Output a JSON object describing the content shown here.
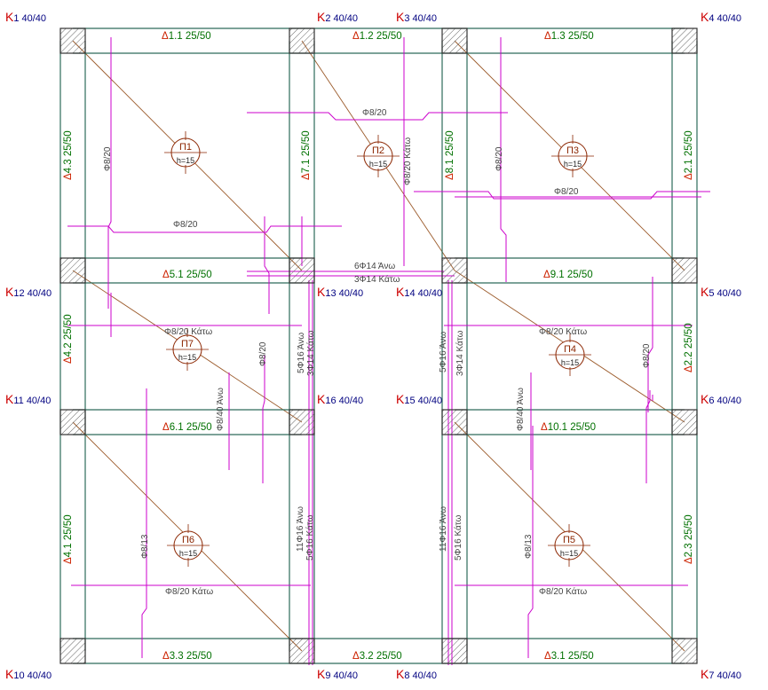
{
  "colors": {
    "beam": "#2d6b5a",
    "beam_label": "#007000",
    "beam_prefix": "#cc2200",
    "column_label": "#000080",
    "column_prefix": "#cc0000",
    "rebar": "#cc00cc",
    "rebar_label": "#444444",
    "diagonal": "#9b5a2a",
    "slab_symbol": "#8b2500",
    "hatch": "#555555"
  },
  "columns": [
    {
      "id": "K1",
      "k": "K",
      "n": "1",
      "size": "40/40"
    },
    {
      "id": "K2",
      "k": "K",
      "n": "2",
      "size": "40/40"
    },
    {
      "id": "K3",
      "k": "K",
      "n": "3",
      "size": "40/40"
    },
    {
      "id": "K4",
      "k": "K",
      "n": "4",
      "size": "40/40"
    },
    {
      "id": "K12",
      "k": "K",
      "n": "12",
      "size": "40/40"
    },
    {
      "id": "K13",
      "k": "K",
      "n": "13",
      "size": "40/40"
    },
    {
      "id": "K14",
      "k": "K",
      "n": "14",
      "size": "40/40"
    },
    {
      "id": "K5",
      "k": "K",
      "n": "5",
      "size": "40/40"
    },
    {
      "id": "K11",
      "k": "K",
      "n": "11",
      "size": "40/40"
    },
    {
      "id": "K16",
      "k": "K",
      "n": "16",
      "size": "40/40"
    },
    {
      "id": "K15",
      "k": "K",
      "n": "15",
      "size": "40/40"
    },
    {
      "id": "K6",
      "k": "K",
      "n": "6",
      "size": "40/40"
    },
    {
      "id": "K10",
      "k": "K",
      "n": "10",
      "size": "40/40"
    },
    {
      "id": "K9",
      "k": "K",
      "n": "9",
      "size": "40/40"
    },
    {
      "id": "K8",
      "k": "K",
      "n": "8",
      "size": "40/40"
    },
    {
      "id": "K7",
      "k": "K",
      "n": "7",
      "size": "40/40"
    }
  ],
  "beams": [
    {
      "id": "D1.1",
      "prefix": "Δ",
      "name": "1.1",
      "section": "25/50"
    },
    {
      "id": "D1.2",
      "prefix": "Δ",
      "name": "1.2",
      "section": "25/50"
    },
    {
      "id": "D1.3",
      "prefix": "Δ",
      "name": "1.3",
      "section": "25/50"
    },
    {
      "id": "D5.1",
      "prefix": "Δ",
      "name": "5.1",
      "section": "25/50"
    },
    {
      "id": "D9.1",
      "prefix": "Δ",
      "name": "9.1",
      "section": "25/50"
    },
    {
      "id": "D6.1",
      "prefix": "Δ",
      "name": "6.1",
      "section": "25/50"
    },
    {
      "id": "D10.1",
      "prefix": "Δ",
      "name": "10.1",
      "section": "25/50"
    },
    {
      "id": "D3.3",
      "prefix": "Δ",
      "name": "3.3",
      "section": "25/50"
    },
    {
      "id": "D3.2",
      "prefix": "Δ",
      "name": "3.2",
      "section": "25/50"
    },
    {
      "id": "D3.1",
      "prefix": "Δ",
      "name": "3.1",
      "section": "25/50"
    },
    {
      "id": "D4.3",
      "prefix": "Δ",
      "name": "4.3",
      "section": "25/50"
    },
    {
      "id": "D7.1",
      "prefix": "Δ",
      "name": "7.1",
      "section": "25/50"
    },
    {
      "id": "D8.1",
      "prefix": "Δ",
      "name": "8.1",
      "section": "25/50"
    },
    {
      "id": "D2.1",
      "prefix": "Δ",
      "name": "2.1",
      "section": "25/50"
    },
    {
      "id": "D4.2",
      "prefix": "Δ",
      "name": "4.2",
      "section": "25/50"
    },
    {
      "id": "D2.2",
      "prefix": "Δ",
      "name": "2.2",
      "section": "25/50"
    },
    {
      "id": "D4.1",
      "prefix": "Δ",
      "name": "4.1",
      "section": "25/50"
    },
    {
      "id": "D2.3",
      "prefix": "Δ",
      "name": "2.3",
      "section": "25/50"
    }
  ],
  "slabs": [
    {
      "id": "P1",
      "name": "Π1",
      "h": "h=15"
    },
    {
      "id": "P2",
      "name": "Π2",
      "h": "h=15"
    },
    {
      "id": "P3",
      "name": "Π3",
      "h": "h=15"
    },
    {
      "id": "P7",
      "name": "Π7",
      "h": "h=15"
    },
    {
      "id": "P4",
      "name": "Π4",
      "h": "h=15"
    },
    {
      "id": "P6",
      "name": "Π6",
      "h": "h=15"
    },
    {
      "id": "P5",
      "name": "Π5",
      "h": "h=15"
    }
  ],
  "rebar_labels": [
    {
      "id": "r1",
      "text": "Φ8/20"
    },
    {
      "id": "r2",
      "text": "Φ8/20"
    },
    {
      "id": "r3",
      "text": "Φ8/20"
    },
    {
      "id": "r4",
      "text": "Φ8/20"
    },
    {
      "id": "r5",
      "text": "Φ8/20 Κάτω"
    },
    {
      "id": "r6",
      "text": "Φ8/20"
    },
    {
      "id": "r7",
      "text": "6Φ14 Άνω"
    },
    {
      "id": "r8",
      "text": "3Φ14 Κάτω"
    },
    {
      "id": "r9",
      "text": "Φ8/20 Κάτω"
    },
    {
      "id": "r10",
      "text": "Φ8/20 Κάτω"
    },
    {
      "id": "r11",
      "text": "Φ8/20"
    },
    {
      "id": "r12",
      "text": "5Φ16 Άνω"
    },
    {
      "id": "r13",
      "text": "3Φ14 Κάτω"
    },
    {
      "id": "r14",
      "text": "5Φ16 Άνω"
    },
    {
      "id": "r15",
      "text": "3Φ14 Κάτω"
    },
    {
      "id": "r16",
      "text": "Φ8/40 Άνω"
    },
    {
      "id": "r17",
      "text": "Φ8/40 Άνω"
    },
    {
      "id": "r18",
      "text": "Φ8/20"
    },
    {
      "id": "r19",
      "text": "Φ8/13"
    },
    {
      "id": "r20",
      "text": "11Φ16 Άνω"
    },
    {
      "id": "r21",
      "text": "5Φ16 Κάτω"
    },
    {
      "id": "r22",
      "text": "11Φ16 Άνω"
    },
    {
      "id": "r23",
      "text": "5Φ16 Κάτω"
    },
    {
      "id": "r24",
      "text": "Φ8/13"
    },
    {
      "id": "r25",
      "text": "Φ8/20 Κάτω"
    },
    {
      "id": "r26",
      "text": "Φ8/20 Κάτω"
    }
  ]
}
